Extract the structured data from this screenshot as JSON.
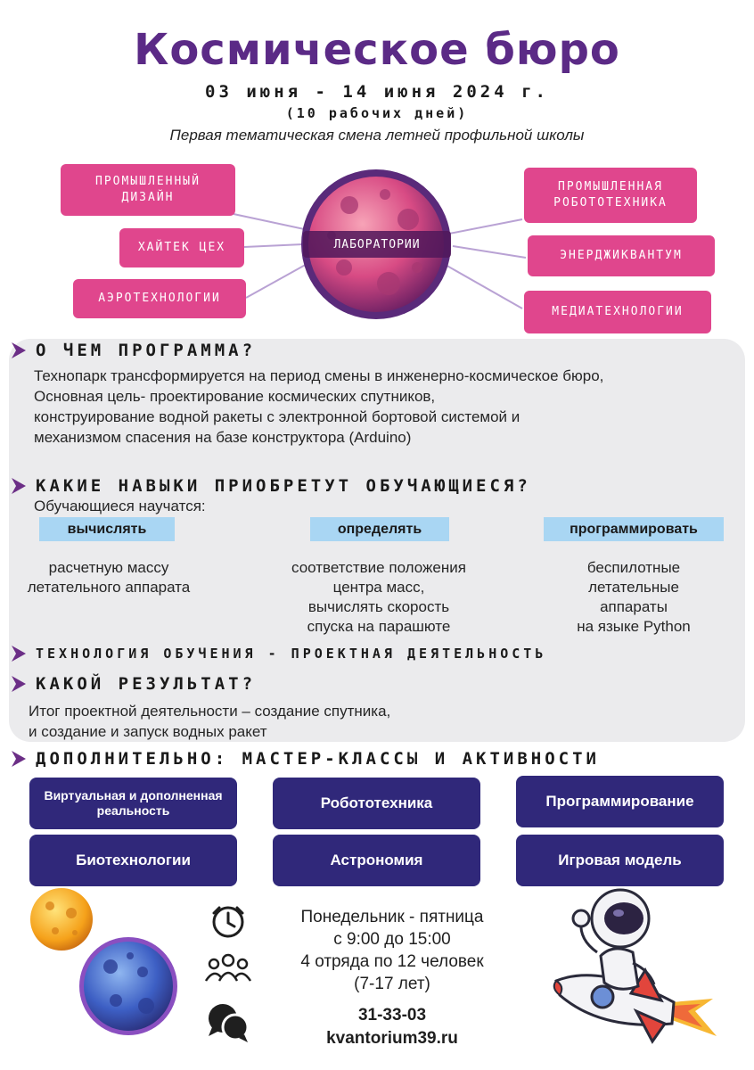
{
  "header": {
    "title": "Космическое бюро",
    "dates": "03 июня - 14 июня 2024 г.",
    "days": "(10 рабочих дней)",
    "subtitle": "Первая тематическая смена летней профильной школы"
  },
  "labs": {
    "center_label": "ЛАБОРАТОРИИ",
    "left": [
      "ПРОМЫШЛЕННЫЙ ДИЗАЙН",
      "ХАЙТЕК ЦЕХ",
      "АЭРОТЕХНОЛОГИИ"
    ],
    "right": [
      "ПРОМЫШЛЕННАЯ РОБОТОТЕХНИКА",
      "ЭНЕРДЖИКВАНТУМ",
      "МЕДИАТЕХНОЛОГИИ"
    ]
  },
  "about": {
    "heading": "О ЧЕМ ПРОГРАММА?",
    "lines": [
      "Технопарк трансформируется на период смены в инженерно-космическое бюро,",
      "Основная цель- проектирование космических спутников,",
      "конструирование водной ракеты с электронной бортовой системой и",
      "механизмом спасения на базе конструктора (Arduino)"
    ]
  },
  "skills": {
    "heading": "КАКИЕ НАВЫКИ ПРИОБРЕТУТ ОБУЧАЮЩИЕСЯ?",
    "intro": "Обучающиеся научатся:",
    "items": [
      {
        "tag": "вычислять",
        "lines": [
          "расчетную массу",
          "летательного аппарата"
        ]
      },
      {
        "tag": "определять",
        "lines": [
          "соответствие положения",
          "центра масс,",
          "вычислять скорость",
          "спуска на парашюте"
        ]
      },
      {
        "tag": "программировать",
        "lines": [
          "беспилотные",
          "летательные",
          "аппараты",
          "на языке Python"
        ]
      }
    ]
  },
  "technology": {
    "heading": "ТЕХНОЛОГИЯ ОБУЧЕНИЯ - ПРОЕКТНАЯ ДЕЯТЕЛЬНОСТЬ"
  },
  "result": {
    "heading": "КАКОЙ РЕЗУЛЬТАТ?",
    "lines": [
      "Итог проектной деятельности – создание спутника,",
      "и создание и запуск водных ракет"
    ]
  },
  "extra": {
    "heading": "ДОПОЛНИТЕЛЬНО: МАСТЕР-КЛАССЫ И АКТИВНОСТИ",
    "items": [
      "Виртуальная и дополненная реальность",
      "Робототехника",
      "Программирование",
      "Биотехнологии",
      "Астрономия",
      "Игровая модель"
    ]
  },
  "schedule": {
    "days": "Понедельник - пятница",
    "hours": "с 9:00 до 15:00",
    "groups": "4 отряда по 12 человек",
    "ages": "(7-17 лет)"
  },
  "contacts": {
    "phone": "31-33-03",
    "site": "kvantorium39.ru"
  },
  "colors": {
    "title": "#5b2a86",
    "lab_pink": "#e0468d",
    "activity_blue": "#30287a",
    "skill_blue": "#a9d6f3",
    "panel_grey": "#ebebed"
  }
}
